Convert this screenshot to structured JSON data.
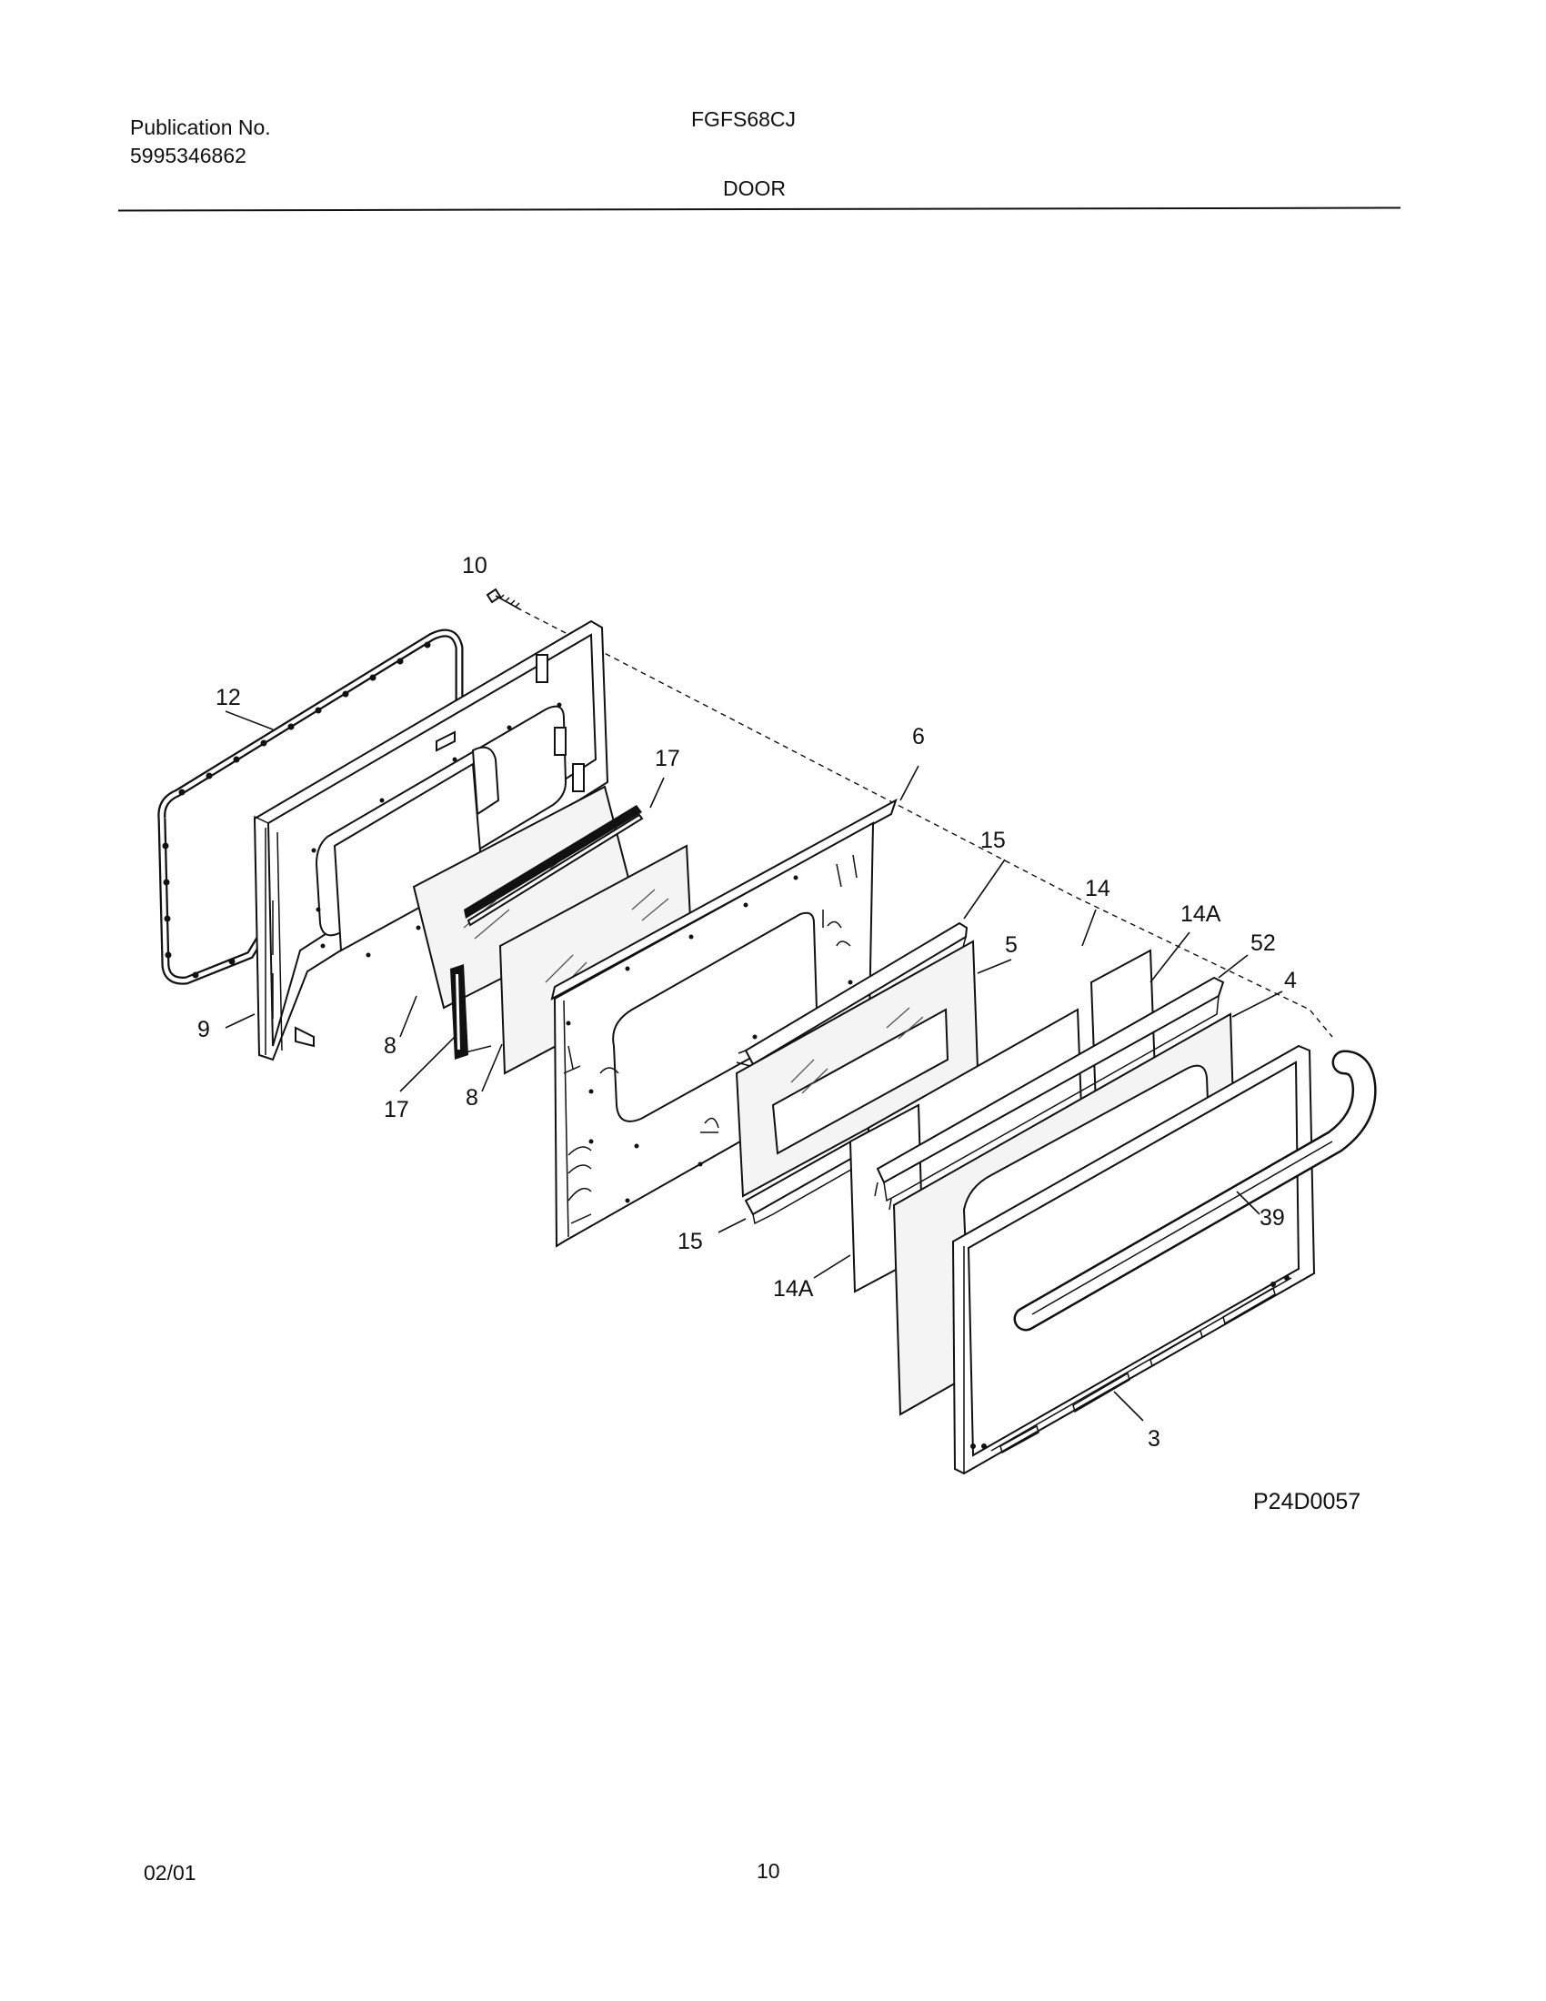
{
  "header": {
    "publication_label": "Publication No.",
    "publication_number": "5995346862",
    "model": "FGFS68CJ",
    "section": "DOOR"
  },
  "diagram": {
    "code": "P24D0057",
    "callouts": {
      "c10": "10",
      "c12": "12",
      "c9": "9",
      "c17a": "17",
      "c17b": "17",
      "c8a": "8",
      "c8b": "8",
      "c6": "6",
      "c15a": "15",
      "c15b": "15",
      "c14": "14",
      "c5": "5",
      "c14Aa": "14A",
      "c14Ab": "14A",
      "c52": "52",
      "c4": "4",
      "c39": "39",
      "c3": "3"
    }
  },
  "footer": {
    "date": "02/01",
    "page": "10"
  }
}
